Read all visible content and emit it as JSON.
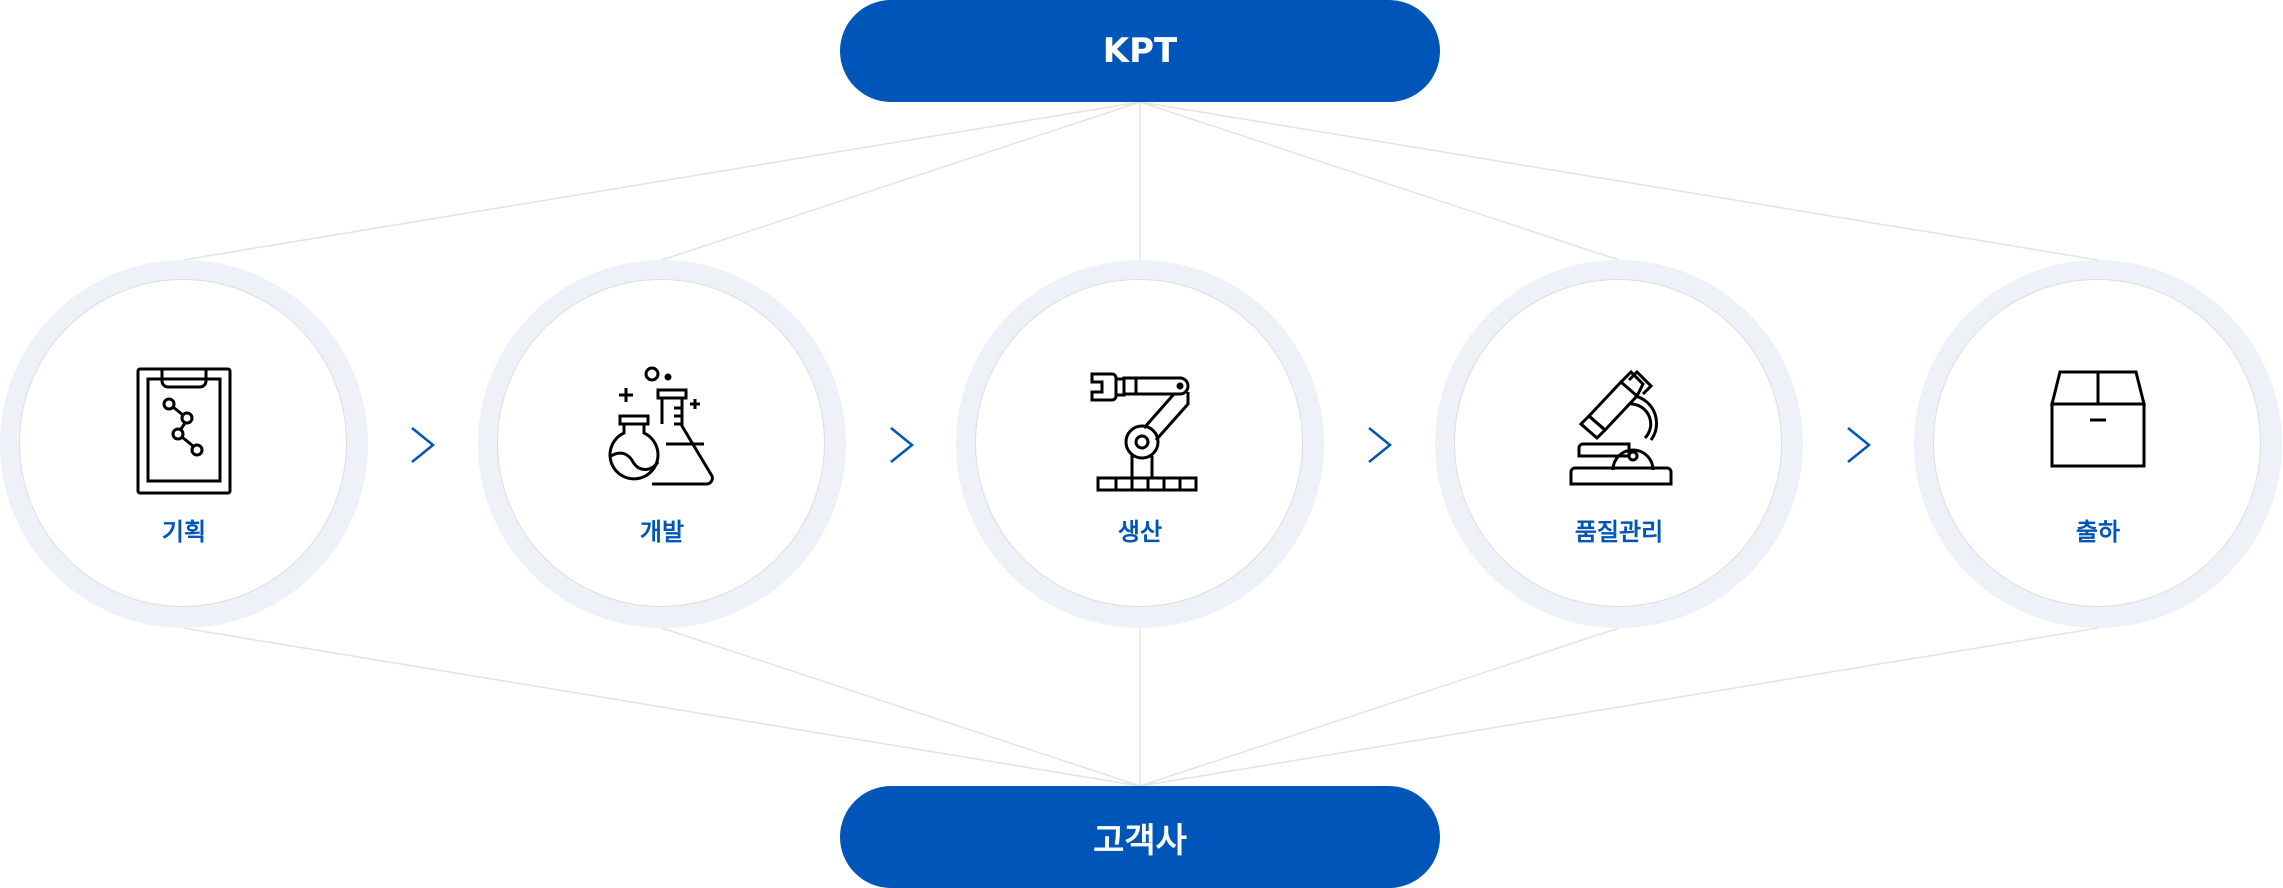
{
  "top_node": {
    "label": "KPT"
  },
  "bottom_node": {
    "label": "고객사"
  },
  "steps": [
    {
      "label": "기획",
      "icon": "clipboard-chart-icon"
    },
    {
      "label": "개발",
      "icon": "flask-icon"
    },
    {
      "label": "생산",
      "icon": "robot-arm-icon"
    },
    {
      "label": "품질관리",
      "icon": "microscope-icon"
    },
    {
      "label": "출하",
      "icon": "box-icon"
    }
  ],
  "colors": {
    "accent": "#0055b8",
    "ring": "#eef1f8",
    "line": "#e3e3e3"
  }
}
